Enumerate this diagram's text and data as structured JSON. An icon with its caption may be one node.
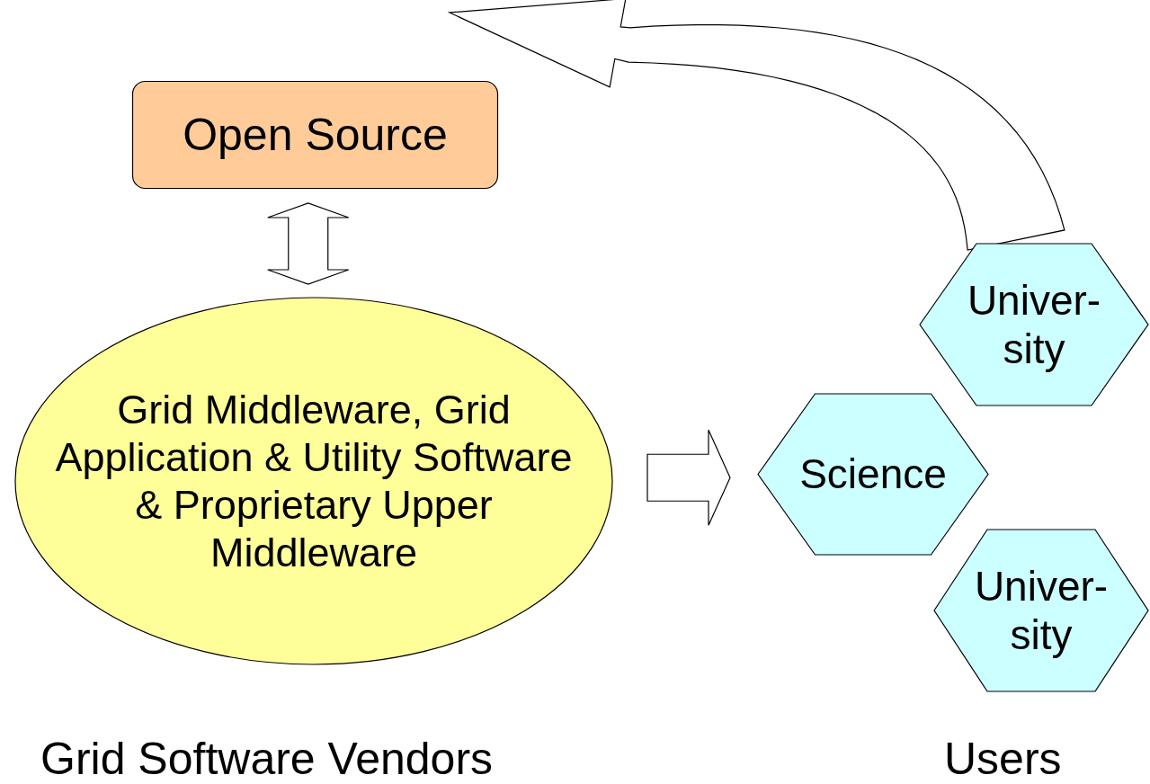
{
  "diagram": {
    "nodes": [
      {
        "text": [
          "Open Source"
        ]
      },
      {
        "text": [
          "Grid Middleware, Grid Application & Utility Software & Proprietary Upper Middleware"
        ]
      },
      {
        "text": [
          "Univer- sity"
        ]
      },
      {
        "text": [
          "Science"
        ]
      },
      {
        "text": [
          "Univer- sity"
        ]
      }
    ],
    "edges": [
      {
        "from": 0,
        "to": 1,
        "arrow": "both"
      },
      {
        "from": 1,
        "to": 3,
        "arrow": "to"
      },
      {
        "from": 2,
        "to": null,
        "arrow": "to"
      }
    ],
    "labels": [
      "Grid Software Vendors",
      "Users"
    ]
  }
}
